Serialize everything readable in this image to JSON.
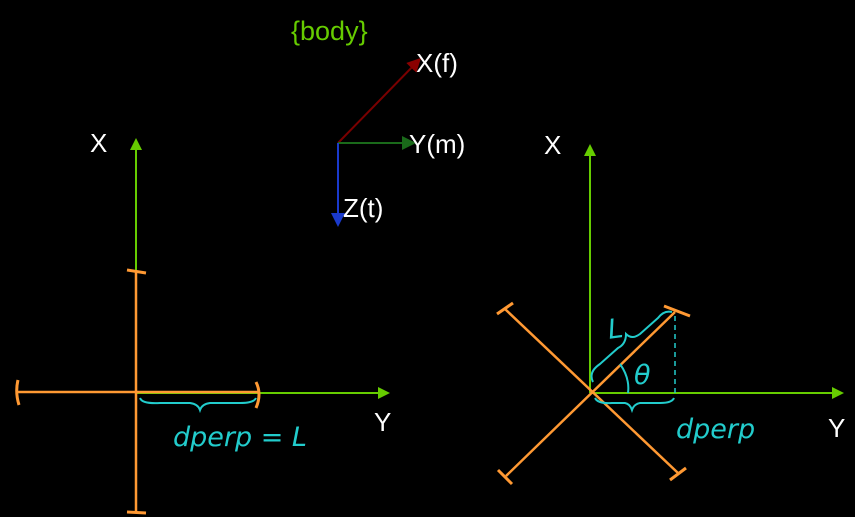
{
  "colors": {
    "background": "#000000",
    "text": "#ffffff",
    "axis_green": "#66cc00",
    "rod_orange": "#ff9933",
    "annotation_cyan": "#22cccc",
    "frame_x_red": "#7a0000",
    "frame_y_green": "#1a6a1a",
    "frame_z_blue": "#1a3acc",
    "body_label_green": "#66cc00"
  },
  "body_frame": {
    "title": "{body}",
    "x_label": "X(f)",
    "y_label": "Y(m)",
    "z_label": "Z(t)"
  },
  "left_diagram": {
    "x_axis_label": "X",
    "y_axis_label": "Y",
    "annotation": "dperp = L"
  },
  "right_diagram": {
    "x_axis_label": "X",
    "y_axis_label": "Y",
    "length_label": "L",
    "angle_label": "θ",
    "annotation": "dperp"
  },
  "icons": {
    "arrowheads": "arrowhead-icon"
  }
}
